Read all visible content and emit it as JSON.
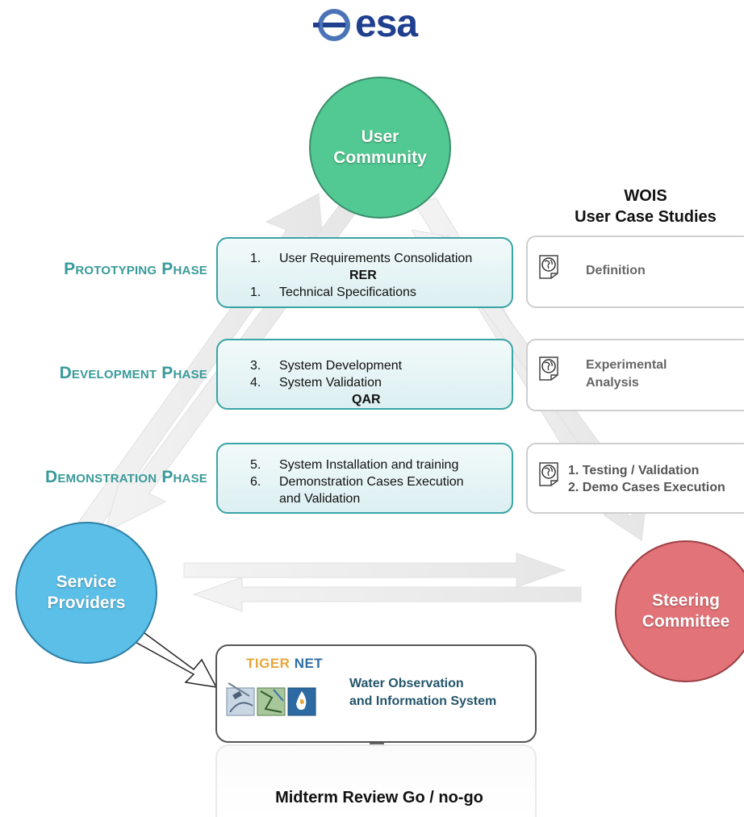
{
  "logo": {
    "text": "esa",
    "color": "#203f8f"
  },
  "circles": {
    "user_community": {
      "label": "User\nCommunity",
      "color": "#52c993"
    },
    "service_providers": {
      "label": "Service\nProviders",
      "color": "#5bbfe8"
    },
    "steering_committee": {
      "label": "Steering\nCommittee",
      "color": "#e27378"
    }
  },
  "wois_heading": {
    "line1": "WOIS",
    "line2": "User Case Studies"
  },
  "phases": [
    {
      "label": "Prototyping Phase",
      "items": [
        {
          "num": "1.",
          "text": "User Requirements Consolidation"
        },
        {
          "num": "1.",
          "text": "Technical Specifications"
        }
      ],
      "milestone": "RER"
    },
    {
      "label": "Development Phase",
      "items": [
        {
          "num": "3.",
          "text": "System Development"
        },
        {
          "num": "4.",
          "text": "System Validation"
        }
      ],
      "milestone": "QAR"
    },
    {
      "label": "Demonstration Phase",
      "items": [
        {
          "num": "5.",
          "text": "System Installation and training"
        },
        {
          "num": "6.",
          "text": "Demonstration Cases Execution"
        }
      ],
      "item_continuation": "and Validation"
    }
  ],
  "case_studies": [
    {
      "lines": [
        "Definition"
      ]
    },
    {
      "lines": [
        "Experimental",
        "Analysis"
      ]
    },
    {
      "lines": [
        "1. Testing / Validation",
        "2. Demo Cases Execution"
      ]
    }
  ],
  "wois_system": {
    "brand_part1": "TIGER",
    "brand_part2": "NET",
    "line1": "Water Observation",
    "line2": "and Information System"
  },
  "midterm": "Midterm Review Go / no-go",
  "colors": {
    "phase_label": "#3a9a9a",
    "phase_border": "#3aa3a6",
    "case_border": "#cfcfcf",
    "arrow_fill": "#eeeeee"
  },
  "icons": [
    "globe-document-icon",
    "tigernet-logo-icon",
    "outline-arrow-icon"
  ]
}
